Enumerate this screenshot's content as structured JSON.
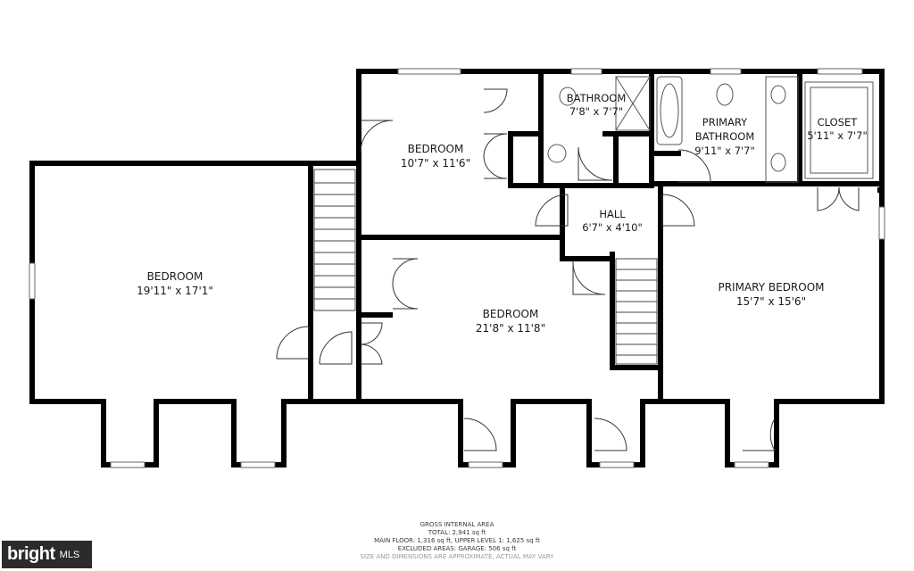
{
  "rooms": {
    "bedroom_left": {
      "name": "BEDROOM",
      "size": "19'11\" x 17'1\""
    },
    "bedroom_top": {
      "name": "BEDROOM",
      "size": "10'7\" x 11'6\""
    },
    "bathroom": {
      "name": "BATHROOM",
      "size": "7'8\" x 7'7\""
    },
    "primary_bathroom": {
      "name_line1": "PRIMARY",
      "name_line2": "BATHROOM",
      "size": "9'11\" x 7'7\""
    },
    "closet": {
      "name": "CLOSET",
      "size": "5'11\" x 7'7\""
    },
    "hall": {
      "name": "HALL",
      "size": "6'7\" x 4'10\""
    },
    "bedroom_center": {
      "name": "BEDROOM",
      "size": "21'8\" x 11'8\""
    },
    "primary_bedroom": {
      "name": "PRIMARY BEDROOM",
      "size": "15'7\" x 15'6\""
    }
  },
  "footer": {
    "heading": "GROSS INTERNAL AREA",
    "total": "TOTAL: 2,941 sq ft",
    "floors": "MAIN FLOOR: 1,316 sq ft, UPPER LEVEL 1: 1,625 sq ft",
    "excluded": "EXCLUDED AREAS: GARAGE: 506 sq ft",
    "disclaimer": "SIZE AND DIMENSIONS ARE APPROXIMATE, ACTUAL MAY VARY"
  },
  "badge": {
    "brand": "bright",
    "suffix": "MLS"
  },
  "colors": {
    "wall": "#000000",
    "fixture": "#555555",
    "background": "#ffffff"
  }
}
